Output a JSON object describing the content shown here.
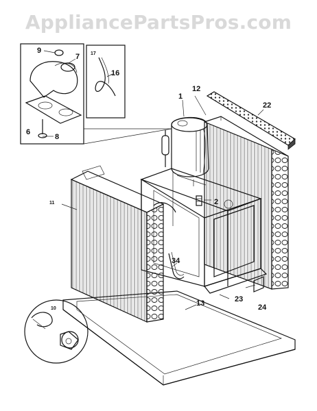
{
  "watermark": "AppliancePartsPros.com",
  "callouts": {
    "c1": "1",
    "c2": "2",
    "c6": "6",
    "c7": "7",
    "c8": "8",
    "c9": "9",
    "c10": "10",
    "c11": "11",
    "c12": "12",
    "c13": "13",
    "c16": "16",
    "c17": "17",
    "c22": "22",
    "c23": "23",
    "c24": "24",
    "c34": "34"
  }
}
